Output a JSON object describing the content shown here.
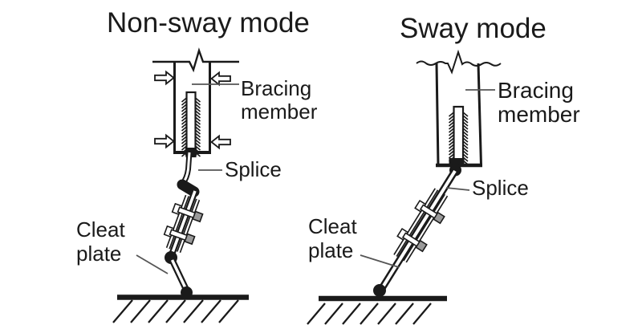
{
  "figure": {
    "background": "#ffffff",
    "ink_color": "#1a1a1a",
    "leader_line_color": "#555555",
    "bolt_nut_color": "#9a9a9a"
  },
  "panels": {
    "non_sway": {
      "title": "Non-sway mode",
      "labels": {
        "bracing_line1": "Bracing",
        "bracing_line2": "member",
        "splice": "Splice",
        "cleat_line1": "Cleat",
        "cleat_line2": "plate"
      }
    },
    "sway": {
      "title": "Sway mode",
      "labels": {
        "bracing_line1": "Bracing",
        "bracing_line2": "member",
        "splice": "Splice",
        "cleat_line1": "Cleat",
        "cleat_line2": "plate"
      }
    }
  },
  "icons": {
    "load_arrow_pointing_right": "⇨",
    "load_arrow_pointing_left": "⇦"
  }
}
